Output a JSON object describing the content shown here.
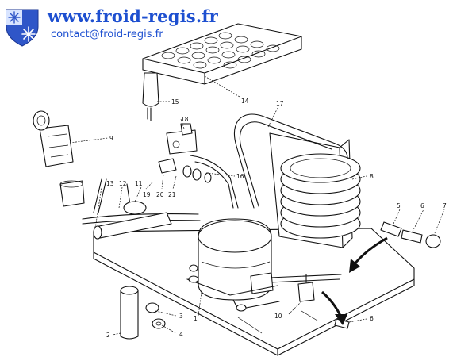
{
  "header": {
    "website": "www.froid-regis.fr",
    "email": "contact@froid-regis.fr",
    "logo_icon": "snowflake-shield-icon"
  },
  "callouts": [
    {
      "id": "p1",
      "label": "1"
    },
    {
      "id": "p2",
      "label": "2"
    },
    {
      "id": "p3",
      "label": "3"
    },
    {
      "id": "p4",
      "label": "4"
    },
    {
      "id": "p5",
      "label": "5"
    },
    {
      "id": "p6a",
      "label": "6"
    },
    {
      "id": "p6b",
      "label": "6"
    },
    {
      "id": "p7",
      "label": "7"
    },
    {
      "id": "p8",
      "label": "8"
    },
    {
      "id": "p9",
      "label": "9"
    },
    {
      "id": "p10",
      "label": "10"
    },
    {
      "id": "p11",
      "label": "11"
    },
    {
      "id": "p12",
      "label": "12"
    },
    {
      "id": "p13",
      "label": "13"
    },
    {
      "id": "p14",
      "label": "14"
    },
    {
      "id": "p15",
      "label": "15"
    },
    {
      "id": "p16",
      "label": "16"
    },
    {
      "id": "p17",
      "label": "17"
    },
    {
      "id": "p18",
      "label": "18"
    },
    {
      "id": "p19",
      "label": "19"
    },
    {
      "id": "p20",
      "label": "20"
    },
    {
      "id": "p21",
      "label": "21"
    }
  ],
  "colors": {
    "link": "#1d4fd0",
    "logo_blue": "#2f56c8",
    "line": "#111111"
  }
}
